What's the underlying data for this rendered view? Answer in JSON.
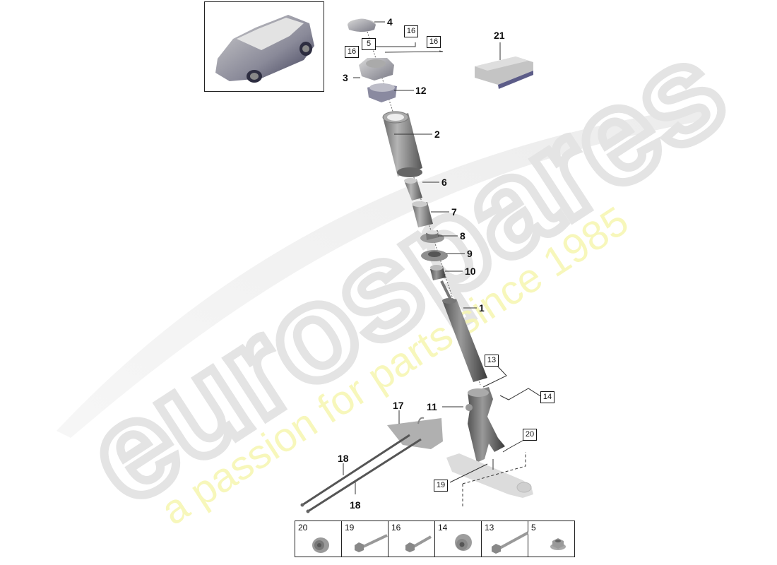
{
  "diagram": {
    "type": "exploded-parts-diagram",
    "subject": "front suspension strut assembly",
    "thumbnail": {
      "icon": "suv-vehicle-icon"
    },
    "watermark": {
      "brand": "eurospares",
      "tagline": "a passion for parts since 1985",
      "brand_color": "#e6e6e6",
      "tagline_color": "#f5f5a0"
    },
    "callouts": [
      {
        "id": "1",
        "label": "1",
        "part": "shock absorber"
      },
      {
        "id": "2",
        "label": "2",
        "part": "air spring bellows"
      },
      {
        "id": "3",
        "label": "3",
        "part": "strut top mount"
      },
      {
        "id": "4",
        "label": "4",
        "part": "cap"
      },
      {
        "id": "6",
        "label": "6",
        "part": "bump stop"
      },
      {
        "id": "7",
        "label": "7",
        "part": "bushing"
      },
      {
        "id": "8",
        "label": "8",
        "part": "washer"
      },
      {
        "id": "9",
        "label": "9",
        "part": "washer"
      },
      {
        "id": "10",
        "label": "10",
        "part": "bushing"
      },
      {
        "id": "11",
        "label": "11",
        "part": "strut fork"
      },
      {
        "id": "12",
        "label": "12",
        "part": "mount"
      },
      {
        "id": "17",
        "label": "17",
        "part": "bracket"
      },
      {
        "id": "18a",
        "label": "18",
        "part": "rod"
      },
      {
        "id": "18b",
        "label": "18",
        "part": "rod"
      },
      {
        "id": "21",
        "label": "21",
        "part": "control unit"
      }
    ],
    "boxed_refs": [
      {
        "id": "5",
        "label": "5"
      },
      {
        "id": "16a",
        "label": "16"
      },
      {
        "id": "16b",
        "label": "16"
      },
      {
        "id": "16c",
        "label": "16"
      },
      {
        "id": "13",
        "label": "13"
      },
      {
        "id": "14",
        "label": "14"
      },
      {
        "id": "19",
        "label": "19"
      },
      {
        "id": "20",
        "label": "20"
      }
    ],
    "hardware_table": [
      {
        "num": "20",
        "icon": "flange-nut-icon"
      },
      {
        "num": "19",
        "icon": "bolt-icon"
      },
      {
        "num": "16",
        "icon": "short-bolt-icon"
      },
      {
        "num": "14",
        "icon": "lock-nut-icon"
      },
      {
        "num": "13",
        "icon": "long-bolt-icon"
      },
      {
        "num": "5",
        "icon": "hex-nut-icon"
      }
    ]
  }
}
